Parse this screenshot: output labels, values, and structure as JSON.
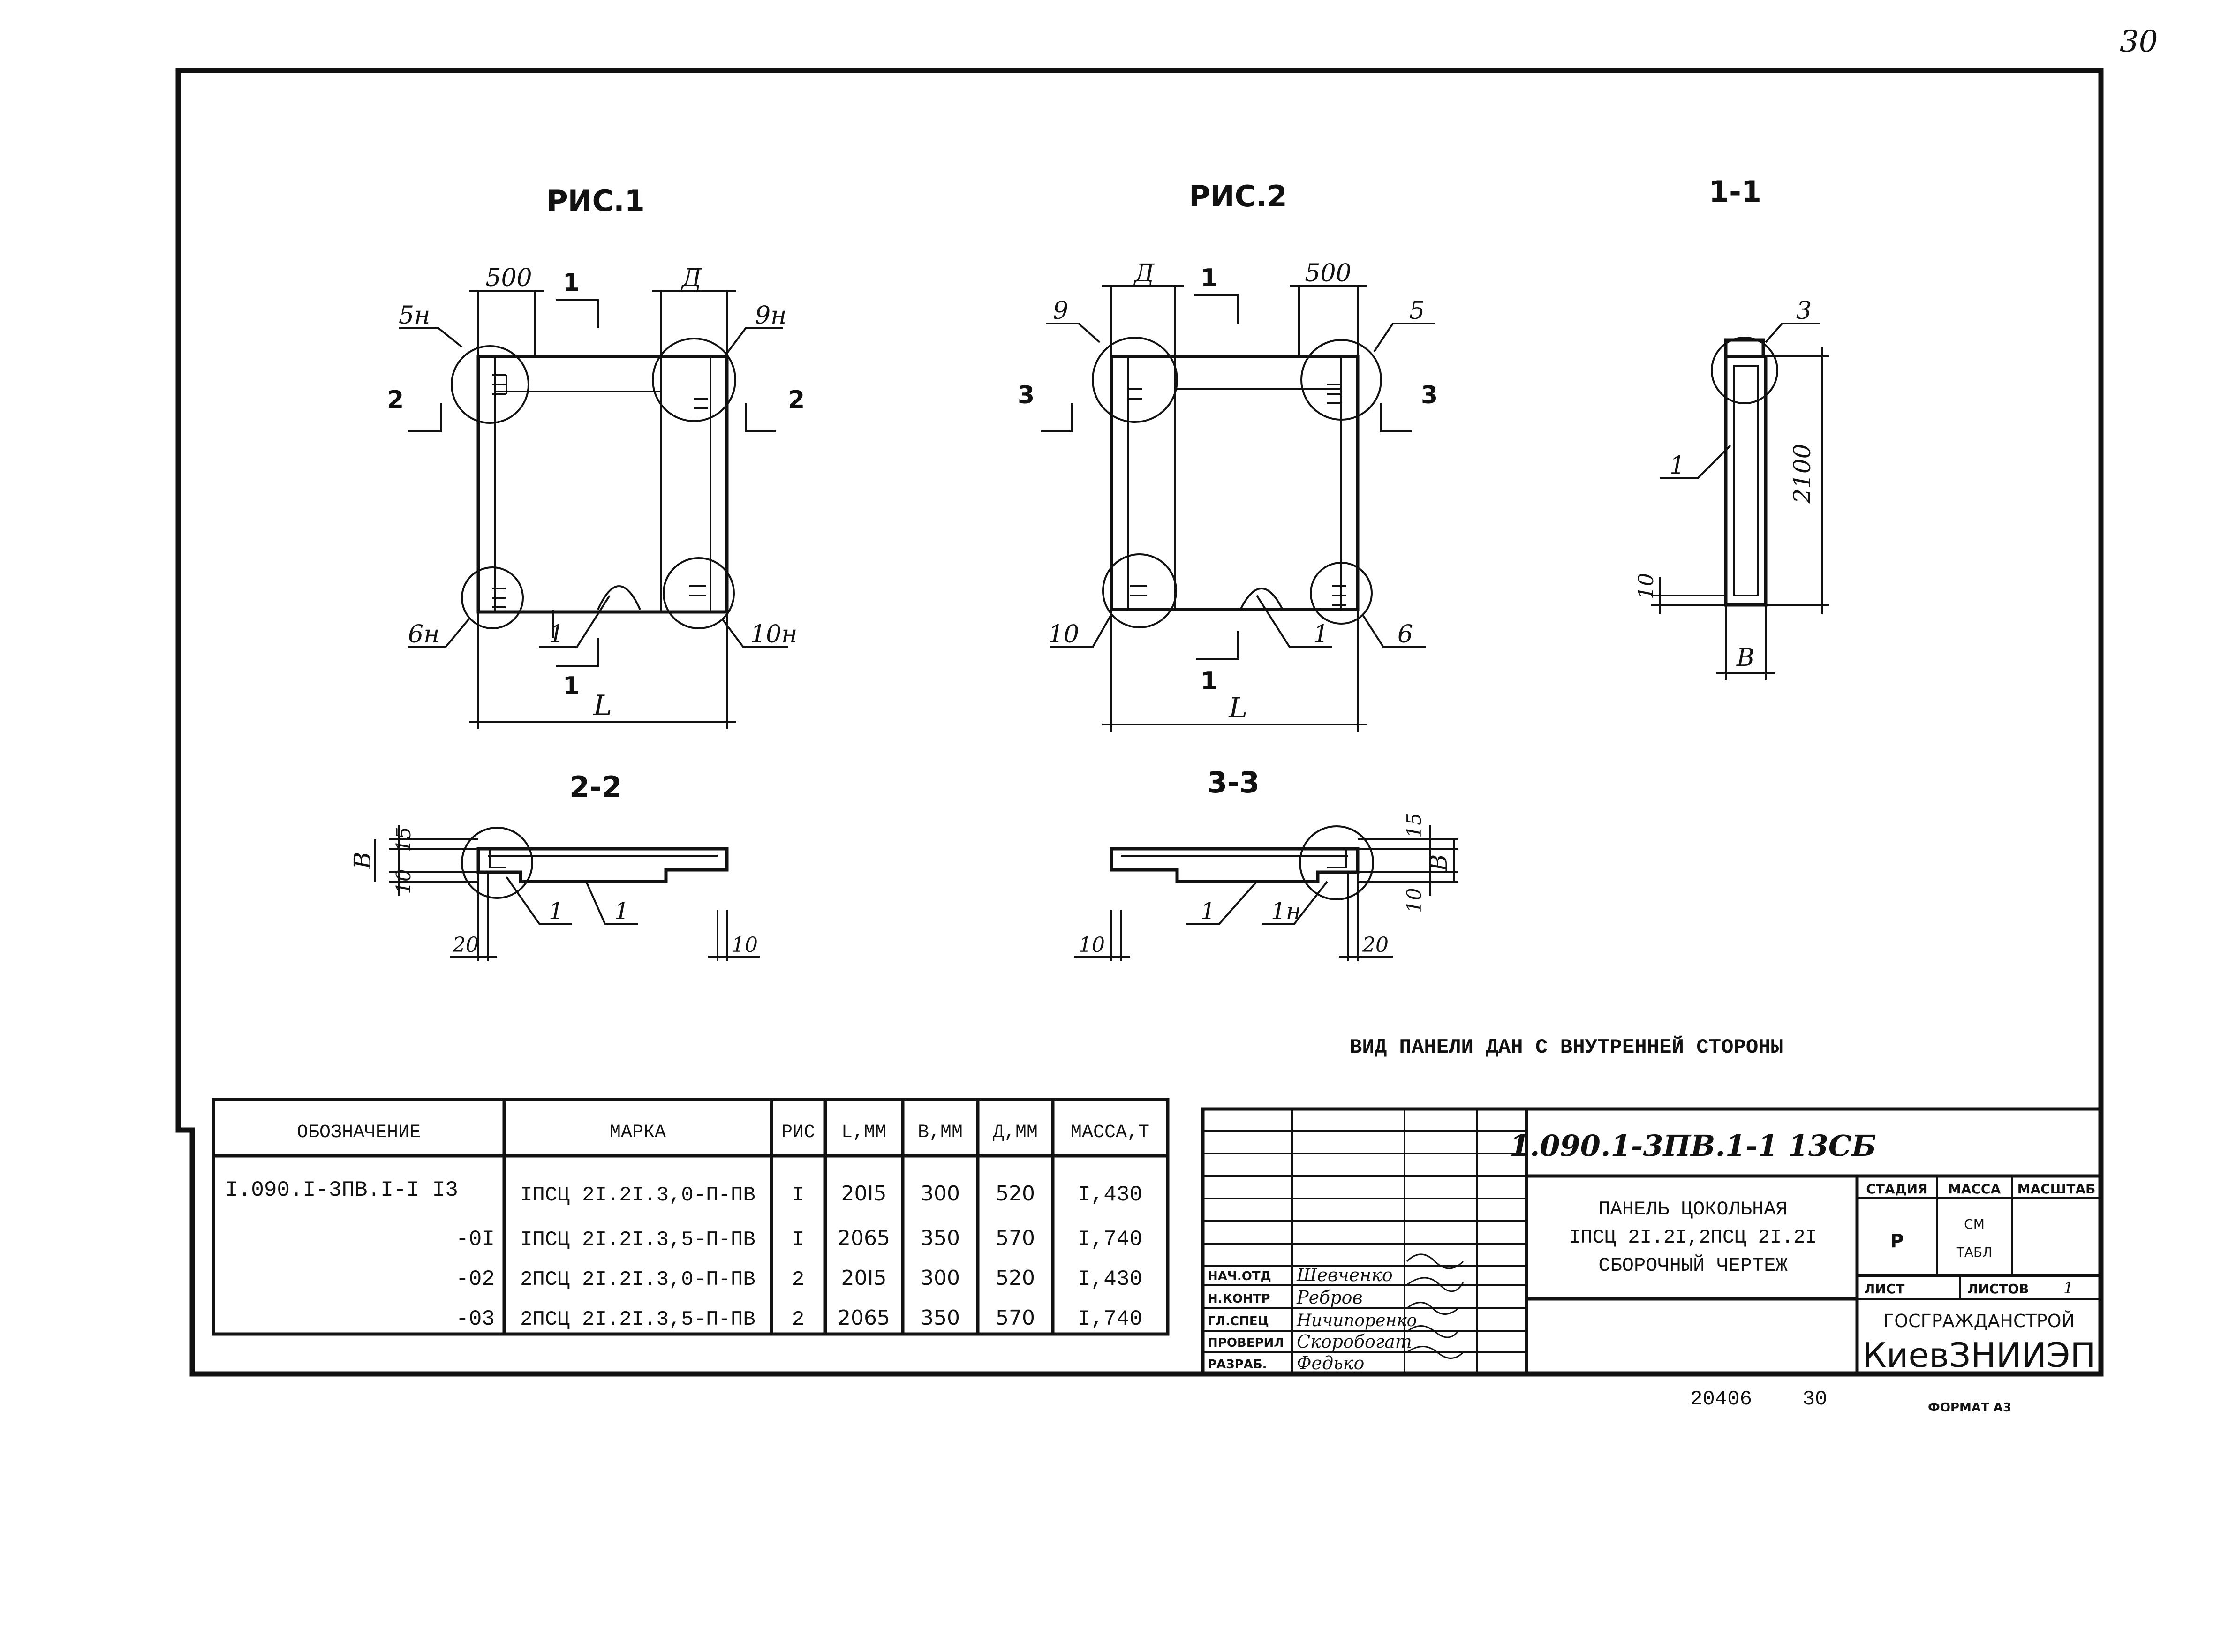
{
  "page_number": "30",
  "figures": {
    "fig1_title": "РИС.1",
    "fig2_title": "РИС.2",
    "sec11_title": "1-1",
    "sec22_title": "2-2",
    "sec33_title": "3-3"
  },
  "fig1": {
    "dim_500": "500",
    "dim_d": "Д",
    "dim_l": "L",
    "cut_1": "1",
    "cut_2": "2",
    "label_5n": "5н",
    "label_9n": "9н",
    "label_6n": "6н",
    "label_10n": "10н",
    "label_1": "1"
  },
  "fig2": {
    "dim_500": "500",
    "dim_d": "Д",
    "dim_l": "L",
    "cut_1": "1",
    "cut_3": "3",
    "label_9": "9",
    "label_5": "5",
    "label_10": "10",
    "label_6": "6",
    "label_1": "1"
  },
  "sec11": {
    "label_3": "3",
    "label_1": "1",
    "dim_2100": "2100",
    "dim_10": "10",
    "dim_b": "В"
  },
  "sec22": {
    "dim_15": "15",
    "dim_b": "В",
    "dim_10": "10",
    "dim_20": "20",
    "dim_10b": "10",
    "label_1a": "1",
    "label_1b": "1"
  },
  "sec33": {
    "dim_15": "15",
    "dim_b": "В",
    "dim_10": "10",
    "dim_10b": "10",
    "dim_20": "20",
    "label_1": "1",
    "label_1n": "1н"
  },
  "note": "ВИД ПАНЕЛИ ДАН С ВНУТРЕННЕЙ СТОРОНЫ",
  "spec_table": {
    "headers": [
      "ОБОЗНАЧЕНИЕ",
      "МАРКА",
      "РИС",
      "L,ММ",
      "В,ММ",
      "Д,ММ",
      "МАССА,Т"
    ],
    "rows": [
      [
        "I.090.I-3ПВ.I-I I3",
        "IПСЦ 2I.2I.3,0-П-ПВ",
        "I",
        "20I5",
        "300",
        "520",
        "I,430"
      ],
      [
        "-0I",
        "IПСЦ 2I.2I.3,5-П-ПВ",
        "I",
        "2065",
        "350",
        "570",
        "I,740"
      ],
      [
        "-02",
        "2ПСЦ 2I.2I.3,0-П-ПВ",
        "2",
        "20I5",
        "300",
        "520",
        "I,430"
      ],
      [
        "-03",
        "2ПСЦ 2I.2I.3,5-П-ПВ",
        "2",
        "2065",
        "350",
        "570",
        "I,740"
      ]
    ]
  },
  "title_block": {
    "doc_code": "1.090.1-3ПВ.1-1   13СБ",
    "title_line1": "ПАНЕЛЬ ЦОКОЛЬНАЯ",
    "title_line2": "IПСЦ 2I.2I,2ПСЦ 2I.2I",
    "title_line3": "СБОРОЧНЫЙ ЧЕРТЕЖ",
    "stage_header": "СТАДИЯ",
    "mass_header": "МАССА",
    "scale_header": "МАСШТАБ",
    "stage_value": "Р",
    "mass_value_1": "СМ",
    "mass_value_2": "ТАБЛ",
    "sheet_label": "ЛИСТ",
    "sheets_label": "ЛИСТОВ",
    "sheets_value": "1",
    "org_line1": "ГОСГРАЖДАНСТРОЙ",
    "org_line2": "КиевЗНИИЭП",
    "roles": [
      {
        "role": "НАЧ.ОТД",
        "name": "Шевченко"
      },
      {
        "role": "Н.КОНТР",
        "name": "Ребров"
      },
      {
        "role": "ГЛ.СПЕЦ",
        "name": "Ничипоренко"
      },
      {
        "role": "ПРОВЕРИЛ",
        "name": "Скоробогат"
      },
      {
        "role": "РАЗРАБ.",
        "name": "Федько"
      }
    ]
  },
  "footer": {
    "archive_number": "20406",
    "sheet_number": "30",
    "format": "ФОРМАТ А3"
  }
}
